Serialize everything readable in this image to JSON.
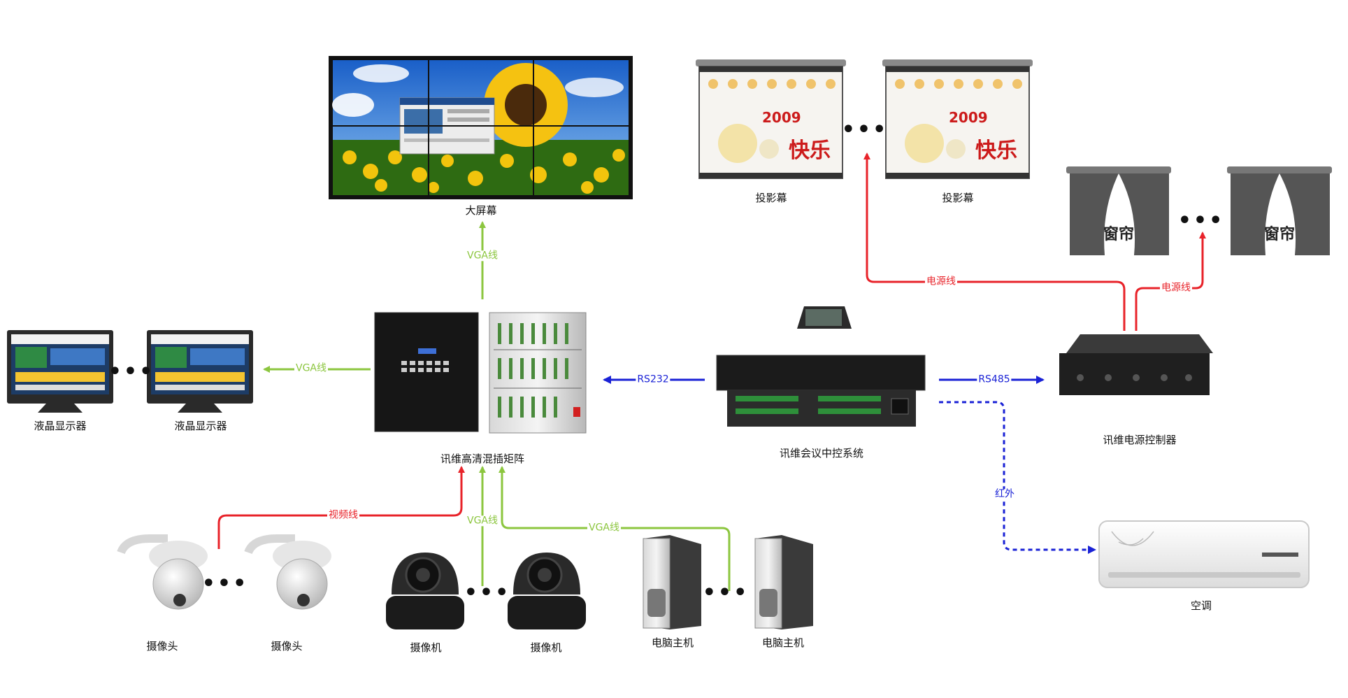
{
  "labels": {
    "big_screen": "大屏幕",
    "projection_screen_1": "投影幕",
    "projection_screen_2": "投影幕",
    "lcd_1": "液晶显示器",
    "lcd_2": "液晶显示器",
    "matrix": "讯维高清混插矩阵",
    "central_control": "讯维会议中控系统",
    "power_controller": "讯维电源控制器",
    "air_conditioner": "空调",
    "camera_head_1": "摄像头",
    "camera_head_2": "摄像头",
    "camcorder_1": "摄像机",
    "camcorder_2": "摄像机",
    "pc_host_1": "电脑主机",
    "pc_host_2": "电脑主机"
  },
  "connections": {
    "vga_to_screen": "VGA线",
    "vga_to_lcd": "VGA线",
    "rs232": "RS232",
    "rs485": "RS485",
    "power_to_projector": "电源线",
    "power_to_curtain": "电源线",
    "infrared": "红外",
    "video_from_cameras": "视频线",
    "vga_from_camcorders": "VGA线",
    "vga_from_pcs": "VGA线"
  },
  "device_text": {
    "curtain_1": "窗帘",
    "curtain_2": "窗帘",
    "screen_year": "2009",
    "screen_greeting": "快乐"
  },
  "ellipsis": "•••",
  "colors": {
    "vga_line": "#8cc63f",
    "power_line": "#e8232a",
    "control_line": "#1a22d6"
  }
}
